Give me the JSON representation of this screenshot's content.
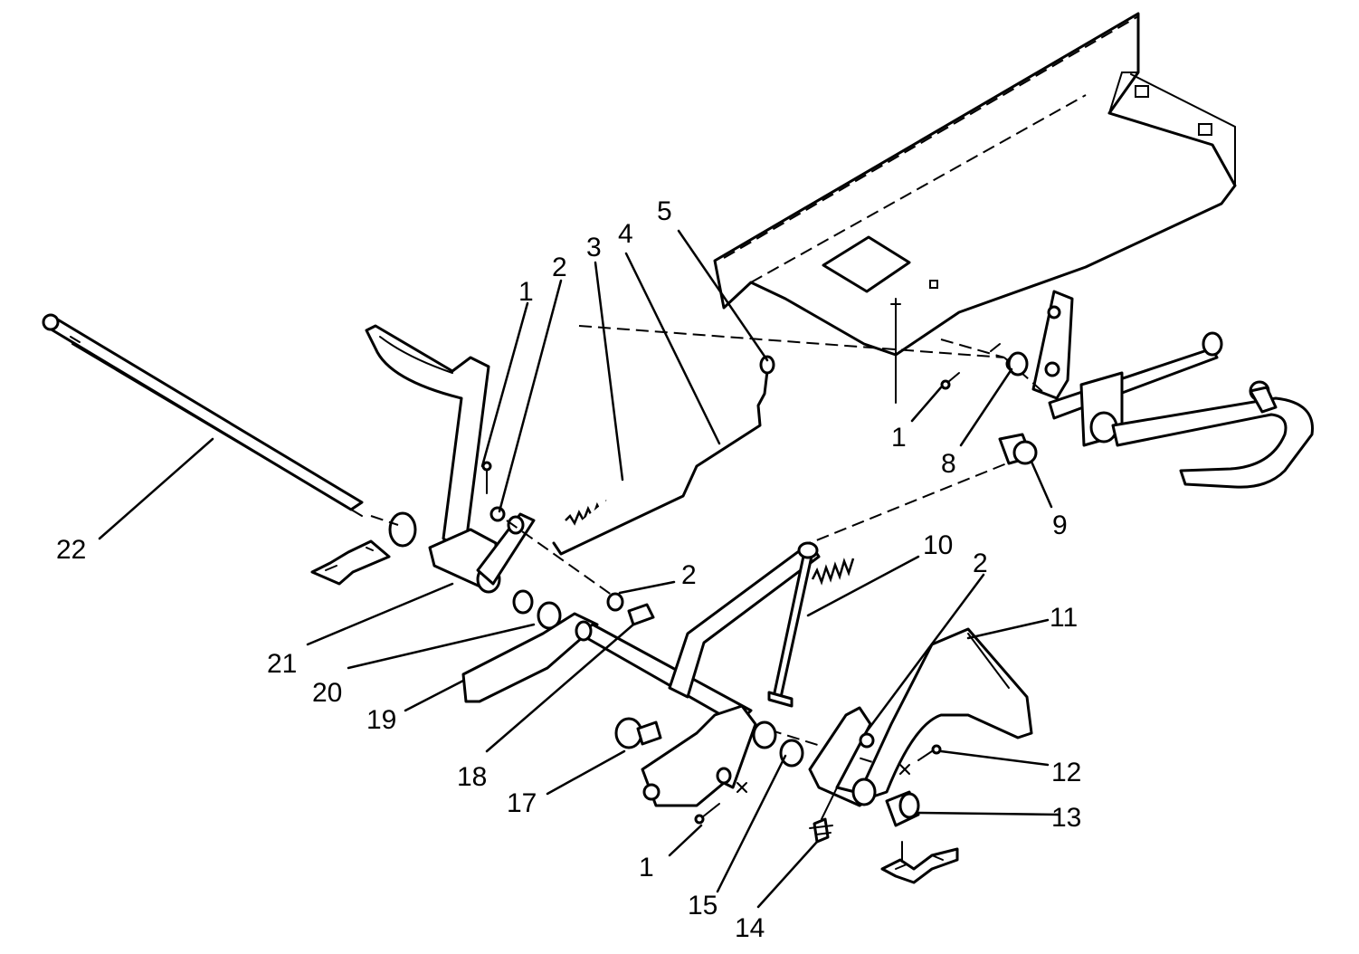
{
  "callouts": {
    "c1a": "1",
    "c2a": "2",
    "c3": "3",
    "c4": "4",
    "c5": "5",
    "c1b": "1",
    "c8": "8",
    "c9": "9",
    "c10": "10",
    "c2b": "2",
    "c11": "11",
    "c2c": "2",
    "c22": "22",
    "c21": "21",
    "c20": "20",
    "c19": "19",
    "c18": "18",
    "c17": "17",
    "c12": "12",
    "c13": "13",
    "c1c": "1",
    "c15": "15",
    "c14": "14"
  }
}
